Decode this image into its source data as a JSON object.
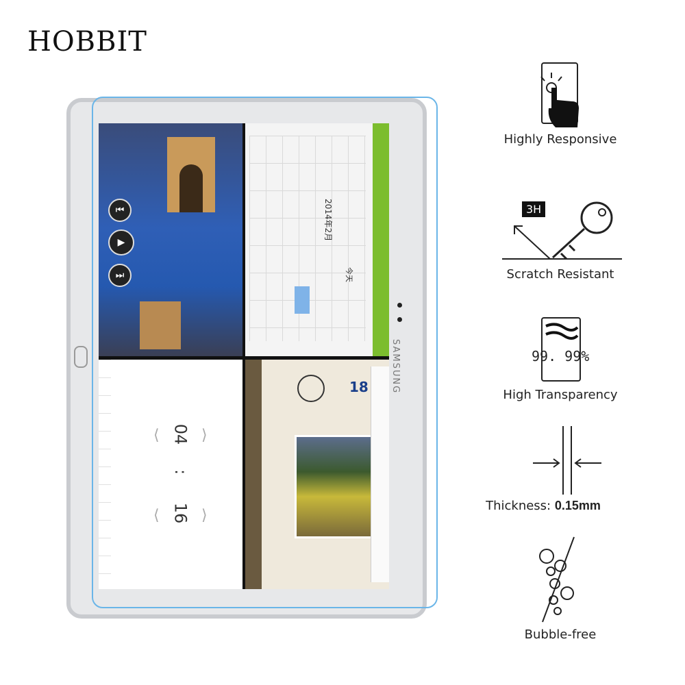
{
  "brand": "HOBBIT",
  "device": {
    "maker_mark": "SAMSUNG",
    "calendar_header": "2014年2月",
    "calendar_today": "今天",
    "clock_hour": "04",
    "clock_sep": ":",
    "clock_minute": "16",
    "notes_date": "18"
  },
  "features": [
    {
      "icon": "touch-hand-icon",
      "label": "Highly Responsive"
    },
    {
      "icon": "key-scratch-icon",
      "badge": "3H",
      "label": "Scratch Resistant"
    },
    {
      "icon": "transparency-icon",
      "value": "99. 99%",
      "label": "High Transparency"
    },
    {
      "icon": "thickness-icon",
      "label": "Thickness:",
      "value": "0.15mm"
    },
    {
      "icon": "bubbles-icon",
      "label": "Bubble-free"
    }
  ],
  "colors": {
    "film_edge": "#6ab5e8",
    "calendar_accent": "#7cbd2e"
  }
}
